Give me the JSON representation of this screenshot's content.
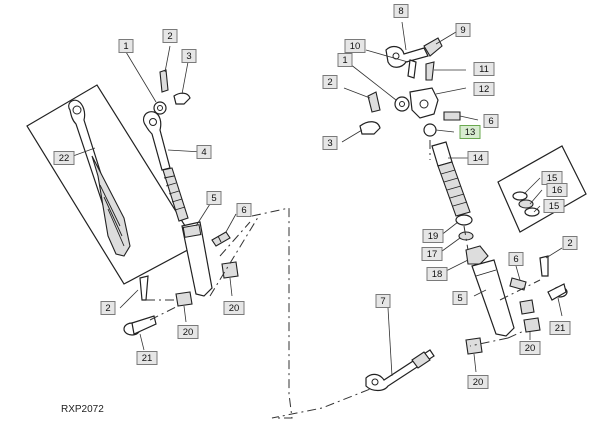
{
  "figure": {
    "reference": "RXP2072",
    "background": "#ffffff",
    "highlight_color": "#6aa84f"
  },
  "callouts_left": [
    {
      "id": "left-1",
      "label": "1"
    },
    {
      "id": "left-2-top",
      "label": "2"
    },
    {
      "id": "left-3",
      "label": "3"
    },
    {
      "id": "left-4",
      "label": "4"
    },
    {
      "id": "left-22",
      "label": "22"
    },
    {
      "id": "left-5",
      "label": "5"
    },
    {
      "id": "left-6",
      "label": "6"
    },
    {
      "id": "left-2-bottom",
      "label": "2"
    },
    {
      "id": "left-20-a",
      "label": "20"
    },
    {
      "id": "left-20-b",
      "label": "20"
    },
    {
      "id": "left-21",
      "label": "21"
    }
  ],
  "callouts_right": [
    {
      "id": "right-8",
      "label": "8"
    },
    {
      "id": "right-9",
      "label": "9"
    },
    {
      "id": "right-10",
      "label": "10"
    },
    {
      "id": "right-1",
      "label": "1"
    },
    {
      "id": "right-11",
      "label": "11"
    },
    {
      "id": "right-2-top",
      "label": "2"
    },
    {
      "id": "right-12",
      "label": "12"
    },
    {
      "id": "right-6-top",
      "label": "6"
    },
    {
      "id": "right-3",
      "label": "3"
    },
    {
      "id": "right-13",
      "label": "13",
      "highlighted": true
    },
    {
      "id": "right-14",
      "label": "14"
    },
    {
      "id": "right-15-a",
      "label": "15"
    },
    {
      "id": "right-16",
      "label": "16"
    },
    {
      "id": "right-15-b",
      "label": "15"
    },
    {
      "id": "right-19",
      "label": "19"
    },
    {
      "id": "right-17",
      "label": "17"
    },
    {
      "id": "right-2-bottom",
      "label": "2"
    },
    {
      "id": "right-18",
      "label": "18"
    },
    {
      "id": "right-6-bottom",
      "label": "6"
    },
    {
      "id": "right-5",
      "label": "5"
    },
    {
      "id": "right-7",
      "label": "7"
    },
    {
      "id": "right-21",
      "label": "21"
    },
    {
      "id": "right-20-a",
      "label": "20"
    },
    {
      "id": "right-20-b",
      "label": "20"
    }
  ]
}
